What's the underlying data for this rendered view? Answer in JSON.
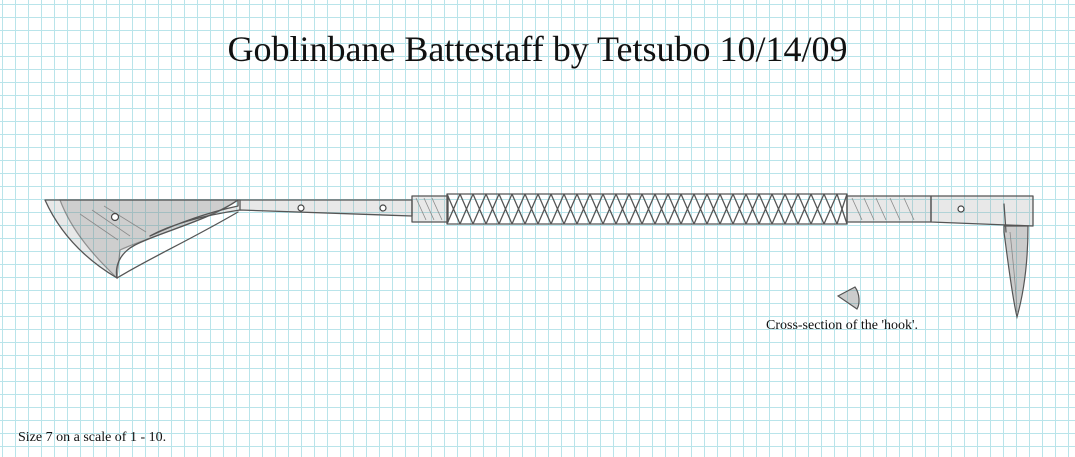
{
  "title": "Goblinbane Battestaff by Tetsubo 10/14/09",
  "hook_caption": "Cross-section of the 'hook'.",
  "size_note": "Size 7 on a scale of 1 - 10."
}
